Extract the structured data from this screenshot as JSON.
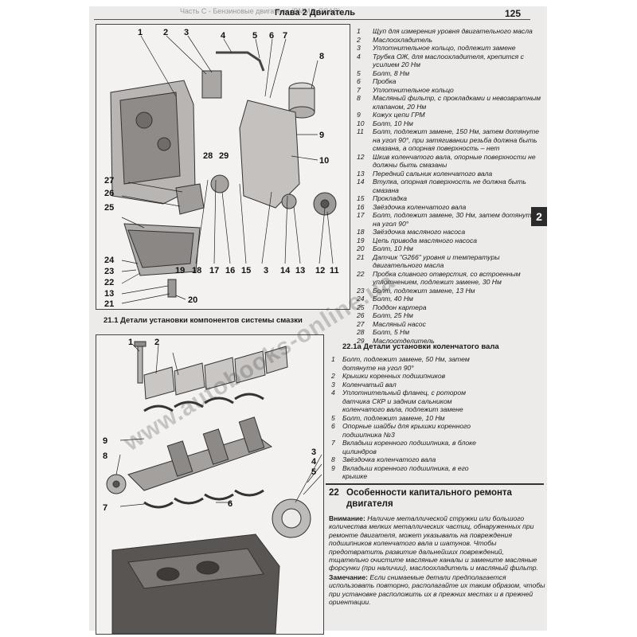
{
  "header": {
    "running_head": "Часть С - Бензиновые двигатели (BMM и CCAB)",
    "chapter": "Глава 2 Двигатель",
    "page_number": "125"
  },
  "side_tab": "2",
  "figure1": {
    "caption": "21.1 Детали установки компонентов системы смазки",
    "callouts_top": [
      "1",
      "2",
      "3",
      "4",
      "5",
      "6",
      "7"
    ],
    "callouts": [
      "8",
      "9",
      "10",
      "11",
      "12",
      "13",
      "14",
      "3",
      "15",
      "16",
      "17",
      "18",
      "19",
      "20",
      "21",
      "13",
      "22",
      "23",
      "24",
      "25",
      "26",
      "27",
      "28",
      "29"
    ]
  },
  "legend1": [
    {
      "n": "1",
      "t": "Щуп для измерения уровня двигательного масла"
    },
    {
      "n": "2",
      "t": "Маслоохладитель"
    },
    {
      "n": "3",
      "t": "Уплотнительное кольцо, подлежит замене"
    },
    {
      "n": "4",
      "t": "Трубка ОЖ, для маслоохладителя, крепится с усилием 20 Нм"
    },
    {
      "n": "5",
      "t": "Болт, 8 Нм"
    },
    {
      "n": "6",
      "t": "Пробка"
    },
    {
      "n": "7",
      "t": "Уплотнительное кольцо"
    },
    {
      "n": "8",
      "t": "Масляный фильтр, с прокладками и невозвратным клапаном, 20 Нм"
    },
    {
      "n": "9",
      "t": "Кожух цепи ГРМ"
    },
    {
      "n": "10",
      "t": "Болт, 10 Нм"
    },
    {
      "n": "11",
      "t": "Болт, подлежит замене, 150 Нм, затем дотянуте на угол 90°, при затягивании резьба должна быть смазана, а опорная поверхность – нет"
    },
    {
      "n": "12",
      "t": "Шкив коленчатого вала, опорные поверхности не должны быть смазаны"
    },
    {
      "n": "13",
      "t": "Передний сальник коленчатого вала"
    },
    {
      "n": "14",
      "t": "Втулка, опорная поверхность не должна быть смазана"
    },
    {
      "n": "15",
      "t": "Прокладка"
    },
    {
      "n": "16",
      "t": "Звёздочка коленчатого вала"
    },
    {
      "n": "17",
      "t": "Болт, подлежит замене, 30 Нм, затем дотянуте на угол 90°"
    },
    {
      "n": "18",
      "t": "Звёздочка масляного насоса"
    },
    {
      "n": "19",
      "t": "Цепь привода масляного насоса"
    },
    {
      "n": "20",
      "t": "Болт, 10 Нм"
    },
    {
      "n": "21",
      "t": "Датчик \"G266\" уровня и температуры двигательного масла"
    },
    {
      "n": "22",
      "t": "Пробка сливного отверстия, со встроенным уплотнением, подлежит замене, 30 Нм"
    },
    {
      "n": "23",
      "t": "Болт, подлежит замене, 13 Нм"
    },
    {
      "n": "24",
      "t": "Болт, 40 Нм"
    },
    {
      "n": "25",
      "t": "Поддон картера"
    },
    {
      "n": "26",
      "t": "Болт, 25 Нм"
    },
    {
      "n": "27",
      "t": "Масляный насос"
    },
    {
      "n": "28",
      "t": "Болт, 5 Нм"
    },
    {
      "n": "29",
      "t": "Маслоотделитель"
    }
  ],
  "figure2": {
    "caption": "22.1а Детали установки коленчатого вала",
    "callouts": [
      "1",
      "2",
      "3",
      "4",
      "5",
      "6",
      "7",
      "8",
      "9"
    ]
  },
  "legend2": [
    {
      "n": "1",
      "t": "Болт, подлежит замене, 50 Нм, затем дотянуте на угол 90°"
    },
    {
      "n": "2",
      "t": "Крышки коренных подшипников"
    },
    {
      "n": "3",
      "t": "Коленчатый вал"
    },
    {
      "n": "4",
      "t": "Уплотнительный фланец, с ротором датчика СКР и задним сальником коленчатого вала, подлежит замене"
    },
    {
      "n": "5",
      "t": "Болт, подлежит замене, 10 Нм"
    },
    {
      "n": "6",
      "t": "Опорные шайбы для крышки коренного подшипника №3"
    },
    {
      "n": "7",
      "t": "Вкладыш коренного подшипника, в блоке цилиндров"
    },
    {
      "n": "8",
      "t": "Звёздочка коленчатого вала"
    },
    {
      "n": "9",
      "t": "Вкладыш коренного подшипника, в его крышке"
    }
  ],
  "section": {
    "number": "22",
    "title": "Особенности капитального ремонта двигателя"
  },
  "body": {
    "warning_label": "Внимание:",
    "warning_text": "Наличие металлической стружки или большого количества мелких металлических частиц, обнаруженных при ремонте двигателя, может указывать на повреждения подшипников коленчатого вала и шатунов. Чтобы предотвратить развитие дальнейших повреждений, тщательно очистите масляные каналы и замените масляные форсунки (при наличии), маслоохладитель и масляный фильтр.",
    "note_label": "Замечание:",
    "note_text": "Если снимаемые детали предполагается использовать повторно, располагайте их таким образом, чтобы при установке расположить их в прежних местах и в прежней ориентации."
  },
  "watermark": "www.autobooks-online.ua"
}
